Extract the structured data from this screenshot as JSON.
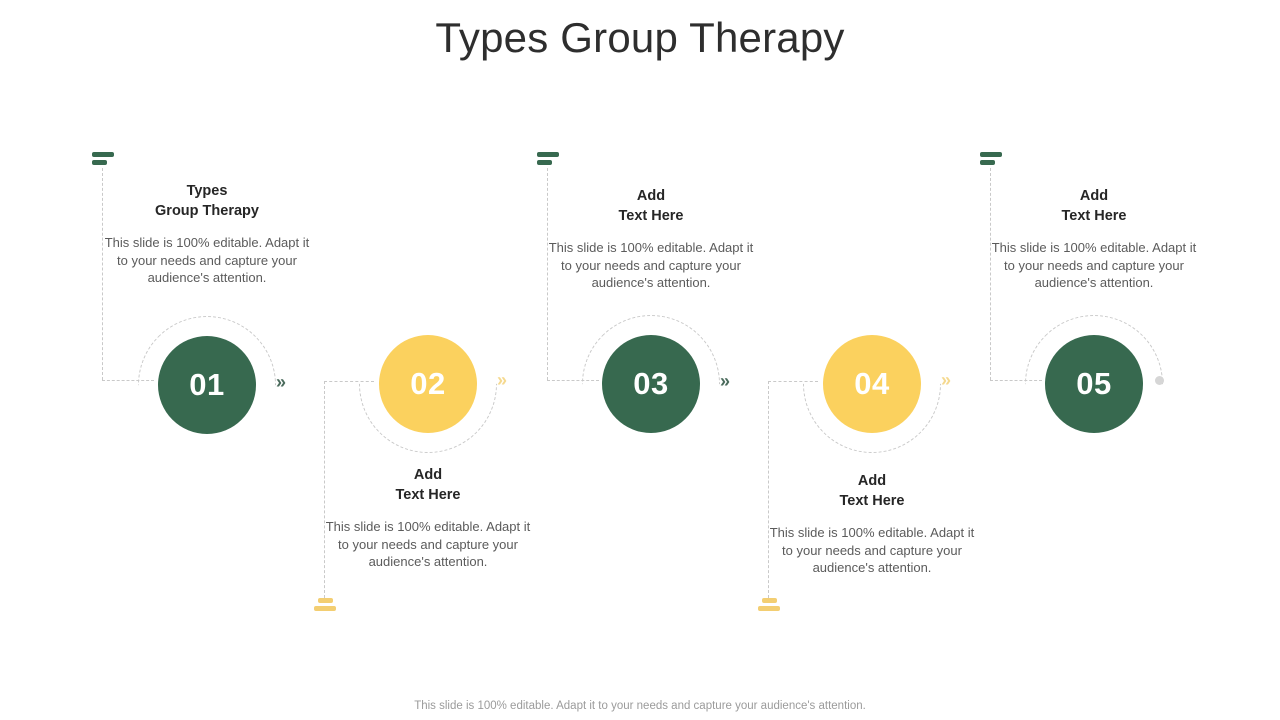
{
  "slide": {
    "title": "Types Group Therapy",
    "footer": "This slide is 100% editable. Adapt it to your needs and capture your audience's attention.",
    "body_text": "This slide is 100% editable. Adapt it to your needs and capture your audience's attention.",
    "colors": {
      "green": "#37694f",
      "yellow": "#fbd15e",
      "title": "#2e2e2e",
      "body": "#5b5b5b",
      "dashed": "#c9c9c9",
      "end_dot": "#d6d6d6"
    }
  },
  "steps": [
    {
      "number": "01",
      "heading": "Types\nGroup Therapy",
      "body": "This slide is 100% editable. Adapt it to your needs and capture your audience's attention.",
      "color": "green",
      "position": "top",
      "connector_end": "chevron"
    },
    {
      "number": "02",
      "heading": "Add\nText Here",
      "body": "This slide is 100% editable. Adapt it to your needs and capture your audience's attention.",
      "color": "yellow",
      "position": "bottom",
      "connector_end": "chevron"
    },
    {
      "number": "03",
      "heading": "Add\nText Here",
      "body": "This slide is 100% editable. Adapt it to your needs and capture your audience's attention.",
      "color": "green",
      "position": "top",
      "connector_end": "chevron"
    },
    {
      "number": "04",
      "heading": "Add\nText Here",
      "body": "This slide is 100% editable. Adapt it to your needs and capture your audience's attention.",
      "color": "yellow",
      "position": "bottom",
      "connector_end": "chevron"
    },
    {
      "number": "05",
      "heading": "Add\nText Here",
      "body": "This slide is 100% editable. Adapt it to your needs and capture your audience's attention.",
      "color": "green",
      "position": "top",
      "connector_end": "dot"
    }
  ],
  "icons": {
    "chevron": "»"
  }
}
